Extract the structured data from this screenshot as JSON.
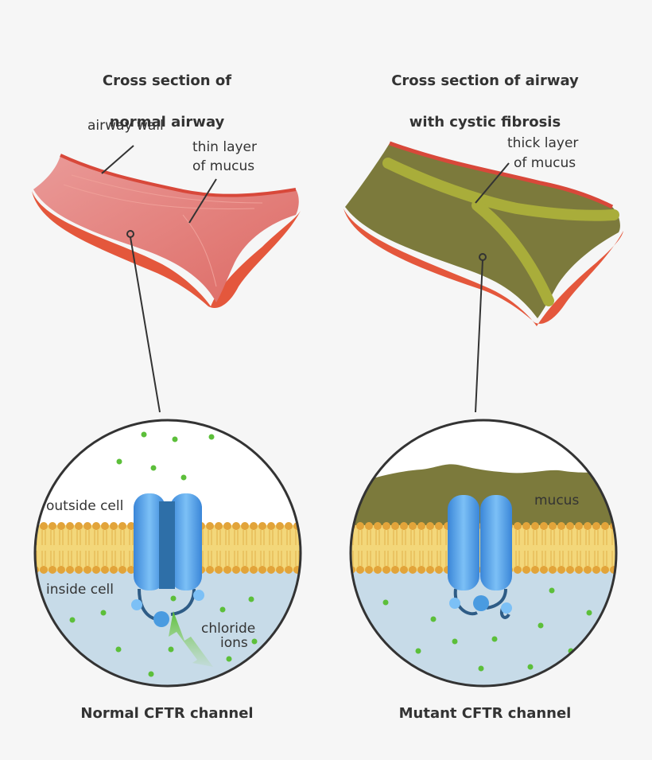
{
  "left_panel": {
    "title_line1": "Cross section of",
    "title_line2": "normal airway",
    "label_airway_wall": "airway wall",
    "label_mucus_line1": "thin layer",
    "label_mucus_line2": "of mucus",
    "label_outside": "outside cell",
    "label_inside": "inside cell",
    "label_ions_line1": "chloride",
    "label_ions_line2": "ions",
    "caption": "Normal CFTR channel"
  },
  "right_panel": {
    "title_line1": "Cross section of airway",
    "title_line2": "with cystic fibrosis",
    "label_mucus_line1": "thick layer",
    "label_mucus_line2": "of mucus",
    "label_mucus_layer": "mucus",
    "caption": "Mutant CFTR channel"
  },
  "colors": {
    "airway_outer": "#e4573c",
    "airway_inner": "#e88b83",
    "mucus_thick": "#7c7a3c",
    "mucus_streak": "#a9ad3a",
    "membrane_head": "#e2a43a",
    "membrane_fill": "#f3d77a",
    "cytoplasm": "#c7dbe8",
    "channel": "#4a9be0",
    "ion": "#5cbf3a"
  }
}
